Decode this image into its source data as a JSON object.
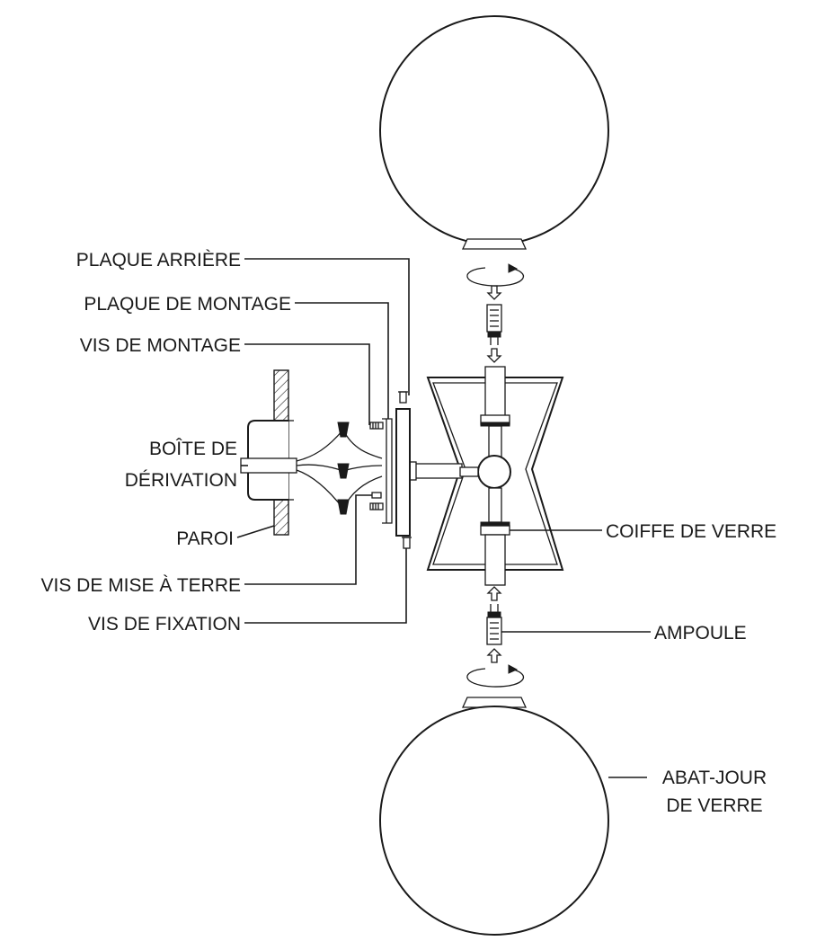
{
  "labels": {
    "back_plate": "PLAQUE ARRIÈRE",
    "mounting_plate": "PLAQUE DE MONTAGE",
    "mounting_screws": "VIS DE MONTAGE",
    "junction_box_line1": "BOÎTE DE",
    "junction_box_line2": "DÉRIVATION",
    "wall": "PAROI",
    "ground_screw": "VIS DE MISE À TERRE",
    "fixing_screw": "VIS DE FIXATION",
    "glass_cap": "COIFFE DE VERRE",
    "bulb": "AMPOULE",
    "glass_shade_line1": "ABAT-JOUR",
    "glass_shade_line2": "DE VERRE"
  }
}
